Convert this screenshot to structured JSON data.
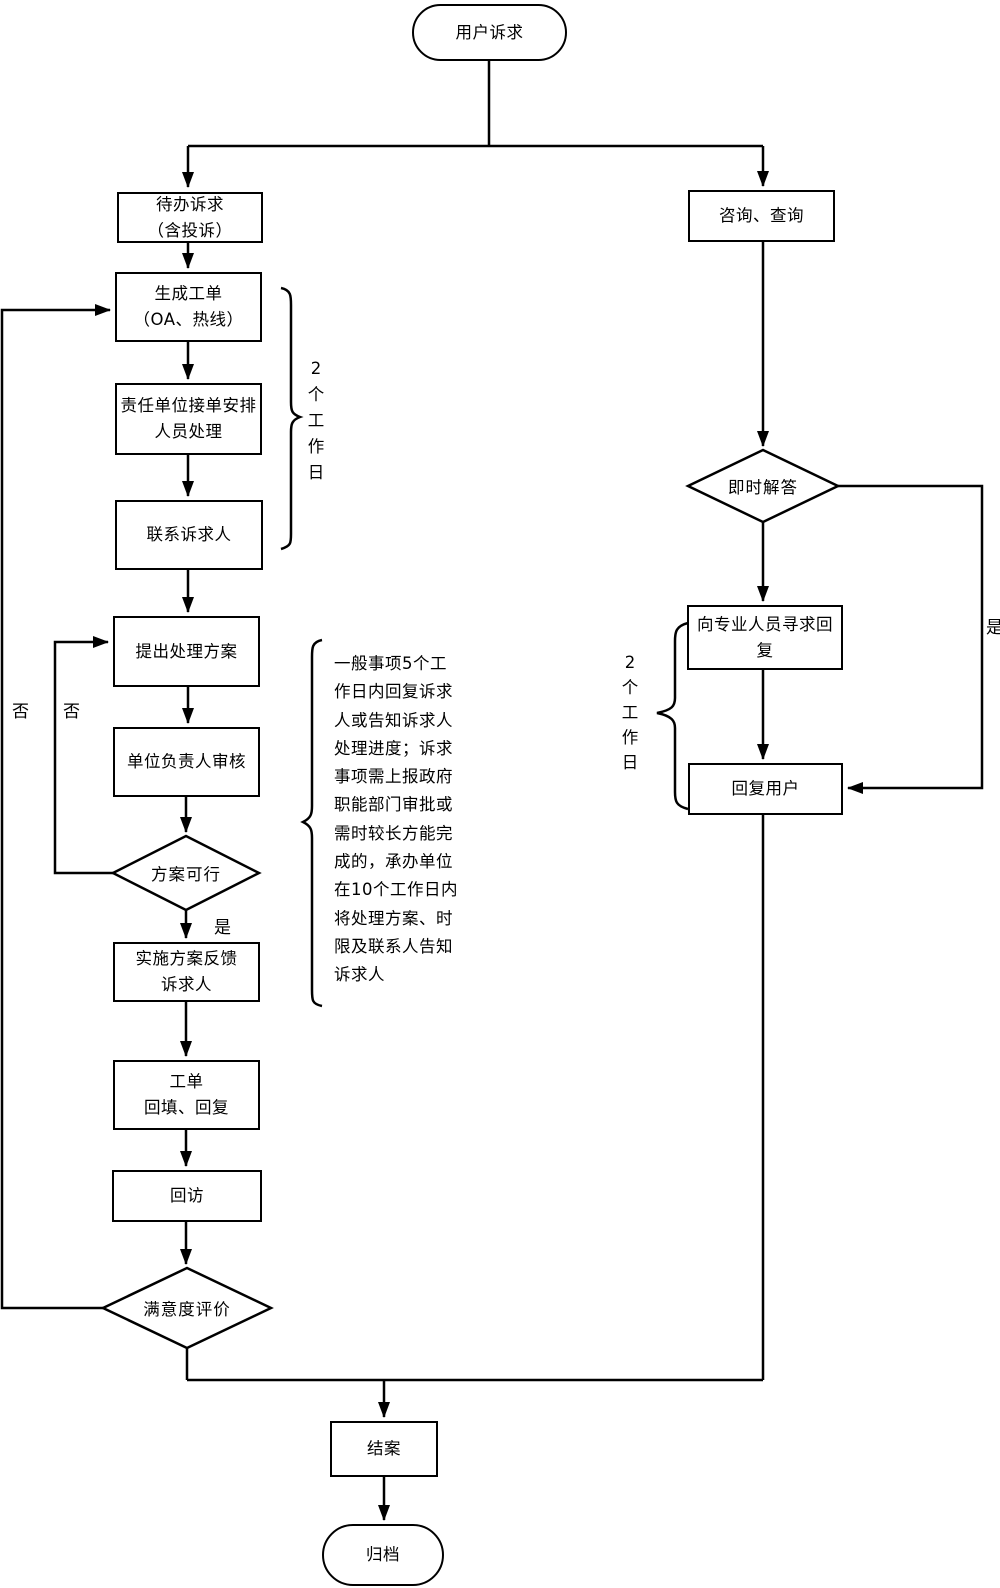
{
  "nodes": {
    "start": "用户诉求",
    "pending": "待办诉求\n（含投诉）",
    "ticket": "生成工单\n（OA、热线）",
    "assign": "责任单位接单安排\n人员处理",
    "contact": "联系诉求人",
    "propose": "提出处理方案",
    "review": "单位负责人审核",
    "feasible": "方案可行",
    "implement": "实施方案反馈\n诉求人",
    "fill": "工单\n回填、回复",
    "visit": "回访",
    "satisfaction": "满意度评价",
    "close": "结案",
    "archive": "归档",
    "consult": "咨询、查询",
    "instant": "即时解答",
    "seek": "向专业人员寻求回复",
    "reply": "回复用户"
  },
  "labels": {
    "yes_feasible": "是",
    "no_feasible": "否",
    "no_satisfaction": "否",
    "yes_instant": "是"
  },
  "annotations": {
    "workdays_left": "2\n个\n工\n作\n日",
    "workdays_right": "2\n个\n工\n作\n日",
    "note": "一般事项5个工\n作日内回复诉求\n人或告知诉求人\n处理进度；诉求\n事项需上报政府\n职能部门审批或\n需时较长方能完\n成的，承办单位\n在10个工作日内\n将处理方案、时\n限及联系人告知\n诉求人"
  },
  "colors": {
    "line": "#000000",
    "background": "#ffffff",
    "text": "#000000"
  }
}
